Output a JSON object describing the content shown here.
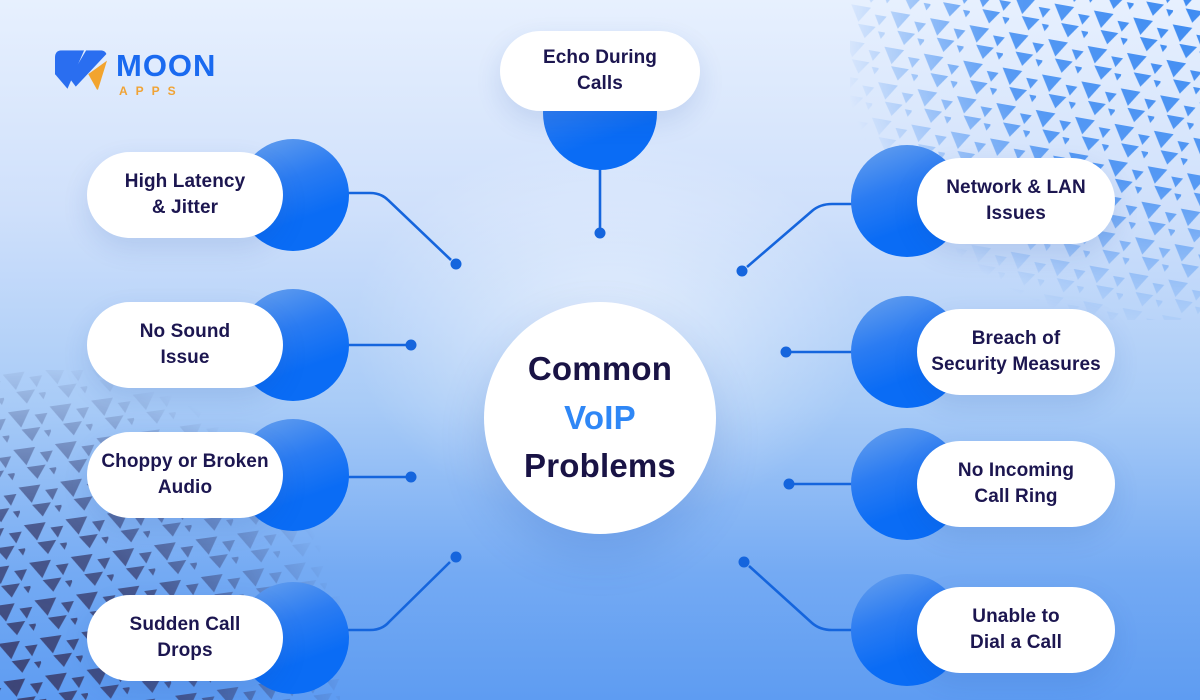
{
  "logo": {
    "brand": "MOON",
    "sub": "APPS"
  },
  "center": {
    "line1": "Common",
    "line2": "VoIP",
    "line3": "Problems"
  },
  "nodes": {
    "top": {
      "label": "Echo During\nCalls"
    },
    "left": [
      {
        "label": "High Latency\n& Jitter"
      },
      {
        "label": "No Sound\nIssue"
      },
      {
        "label": "Choppy or Broken\nAudio"
      },
      {
        "label": "Sudden Call\nDrops"
      }
    ],
    "right": [
      {
        "label": "Network & LAN\nIssues"
      },
      {
        "label": "Breach of\nSecurity Measures"
      },
      {
        "label": "No Incoming\nCall Ring"
      },
      {
        "label": "Unable to\nDial a Call"
      }
    ]
  },
  "colors": {
    "node_circle_blue": "#0a6cf5",
    "connector_blue": "#1565dd",
    "title_navy": "#191345",
    "title_voip_blue": "#2f87f6",
    "pill_text_navy": "#1c1650",
    "logo_blue": "#1a6af0",
    "logo_yellow": "#f0a335",
    "pattern_blue": "#3f8cf2",
    "pattern_navy": "#3d4577"
  }
}
